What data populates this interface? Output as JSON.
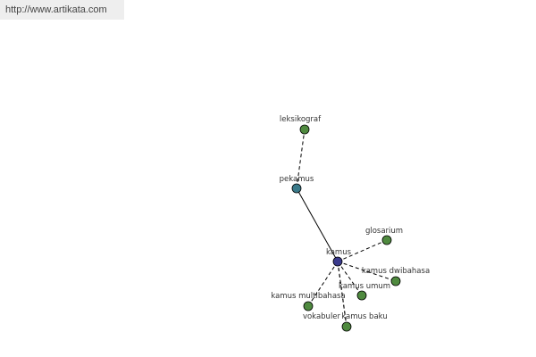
{
  "banner": {
    "url": "http://www.artikata.com"
  },
  "colors": {
    "center": "#3a3a8c",
    "inner": "#3a7a8a",
    "leaf": "#4f8a3f"
  },
  "nodes": [
    {
      "id": "kamus",
      "label": "kamus",
      "kind": "center"
    },
    {
      "id": "pekamus",
      "label": "pekamus",
      "kind": "inner"
    },
    {
      "id": "leksikograf",
      "label": "leksikograf",
      "kind": "leaf"
    },
    {
      "id": "glosarium",
      "label": "glosarium",
      "kind": "leaf"
    },
    {
      "id": "kamus-dwibahasa",
      "label": "kamus dwibahasa",
      "kind": "leaf"
    },
    {
      "id": "kamus-umum",
      "label": "kamus umum",
      "kind": "leaf"
    },
    {
      "id": "kamus-multibahasa",
      "label": "kamus multibahasa",
      "kind": "leaf"
    },
    {
      "id": "vokabuler",
      "label": "vokabuler",
      "kind": "leaf"
    },
    {
      "id": "kamus-baku",
      "label": "kamus baku",
      "kind": "leaf"
    }
  ],
  "edges": [
    {
      "from": "kamus",
      "to": "pekamus",
      "style": "solid"
    },
    {
      "from": "pekamus",
      "to": "leksikograf",
      "style": "dashed"
    },
    {
      "from": "kamus",
      "to": "glosarium",
      "style": "dashed"
    },
    {
      "from": "kamus",
      "to": "kamus-dwibahasa",
      "style": "dashed"
    },
    {
      "from": "kamus",
      "to": "kamus-umum",
      "style": "dashed"
    },
    {
      "from": "kamus",
      "to": "kamus-multibahasa",
      "style": "dashed"
    },
    {
      "from": "kamus",
      "to": "vokabuler",
      "style": "dashed"
    },
    {
      "from": "kamus",
      "to": "kamus-baku",
      "style": "dashed"
    }
  ]
}
